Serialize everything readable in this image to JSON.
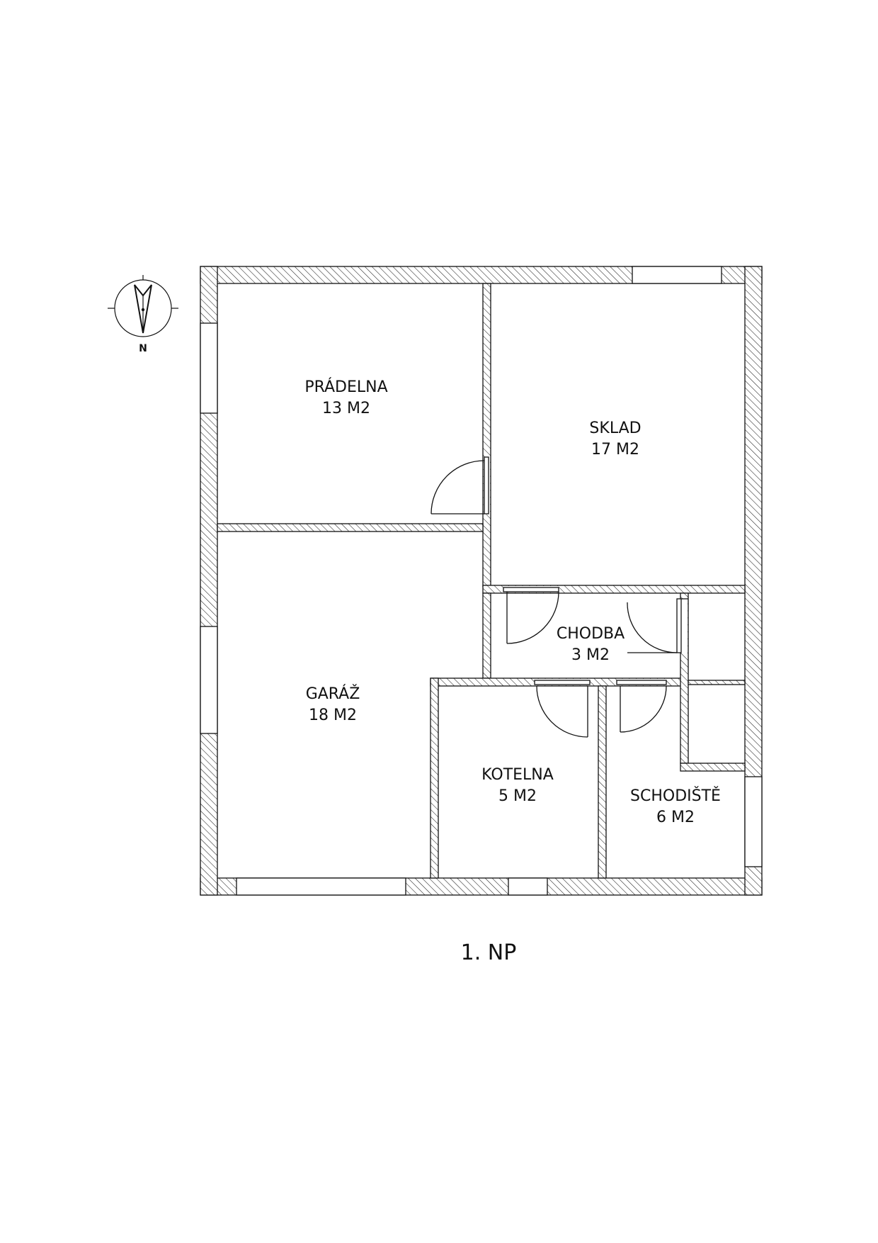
{
  "floor_label": "1. NP",
  "compass": {
    "icon": "north-arrow-icon",
    "letter": "N"
  },
  "rooms": {
    "pradelna": {
      "name": "PRÁDELNA",
      "area": "13 M2"
    },
    "sklad": {
      "name": "SKLAD",
      "area": "17 M2"
    },
    "chodba": {
      "name": "CHODBA",
      "area": "3 M2"
    },
    "garaz": {
      "name": "GARÁŽ",
      "area": "18 M2"
    },
    "kotelna": {
      "name": "KOTELNA",
      "area": "5 M2"
    },
    "schodiste": {
      "name": "SCHODIŠTĚ",
      "area": "6 M2"
    }
  },
  "colors": {
    "wall_hatch": "#222222",
    "background": "#ffffff"
  }
}
